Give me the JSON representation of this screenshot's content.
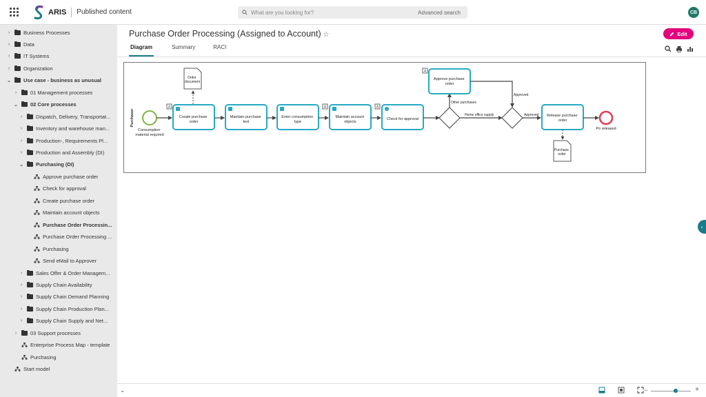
{
  "header": {
    "brand": "ARIS",
    "section": "Published content",
    "search_placeholder": "What are you looking for?",
    "advanced_search": "Advanced search",
    "user_initials": "CB"
  },
  "sidebar": {
    "items": [
      {
        "label": "Business Processes",
        "level": 0,
        "type": "folder",
        "expanded": false,
        "bold": false
      },
      {
        "label": "Data",
        "level": 0,
        "type": "folder",
        "expanded": false,
        "bold": false
      },
      {
        "label": "IT Systems",
        "level": 0,
        "type": "folder",
        "expanded": false,
        "bold": false
      },
      {
        "label": "Organization",
        "level": 0,
        "type": "folder",
        "expanded": false,
        "bold": false
      },
      {
        "label": "Use case - business as unusual",
        "level": 0,
        "type": "folder",
        "expanded": true,
        "bold": true
      },
      {
        "label": "01 Management processes",
        "level": 1,
        "type": "folder",
        "expanded": false,
        "bold": false
      },
      {
        "label": "02 Core processes",
        "level": 1,
        "type": "folder",
        "expanded": true,
        "bold": true
      },
      {
        "label": "Dispatch, Delivery, Transportat...",
        "level": 2,
        "type": "folder",
        "expanded": false,
        "bold": false
      },
      {
        "label": "Inventory and warehouse man...",
        "level": 2,
        "type": "folder",
        "expanded": false,
        "bold": false
      },
      {
        "label": "Production-, Requirements Pl...",
        "level": 2,
        "type": "folder",
        "expanded": false,
        "bold": false
      },
      {
        "label": "Production and Assembly (DI)",
        "level": 2,
        "type": "folder",
        "expanded": false,
        "bold": false
      },
      {
        "label": "Purchasing (DI)",
        "level": 2,
        "type": "folder",
        "expanded": true,
        "bold": true
      },
      {
        "label": "Approve purchase order",
        "level": 3,
        "type": "model",
        "bold": false
      },
      {
        "label": "Check for approval",
        "level": 3,
        "type": "model",
        "bold": false
      },
      {
        "label": "Create purchase order",
        "level": 3,
        "type": "model",
        "bold": false
      },
      {
        "label": "Maintain account objects",
        "level": 3,
        "type": "model",
        "bold": false
      },
      {
        "label": "Purchase Order Processin...",
        "level": 3,
        "type": "model",
        "bold": true
      },
      {
        "label": "Purchase Order Processing ...",
        "level": 3,
        "type": "model",
        "bold": false
      },
      {
        "label": "Purchasing",
        "level": 3,
        "type": "model",
        "bold": false
      },
      {
        "label": "Send eMail to Approver",
        "level": 3,
        "type": "model",
        "bold": false
      },
      {
        "label": "Sales Offer & Order Managem...",
        "level": 2,
        "type": "folder",
        "expanded": false,
        "bold": false
      },
      {
        "label": "Supply Chain Availability",
        "level": 2,
        "type": "folder",
        "expanded": false,
        "bold": false
      },
      {
        "label": "Supply Chain Demand Planning",
        "level": 2,
        "type": "folder",
        "expanded": false,
        "bold": false
      },
      {
        "label": "Supply Chain Production Plan...",
        "level": 2,
        "type": "folder",
        "expanded": false,
        "bold": false
      },
      {
        "label": "Supply Chain Supply and Net...",
        "level": 2,
        "type": "folder",
        "expanded": false,
        "bold": false
      },
      {
        "label": "03 Support processes",
        "level": 1,
        "type": "folder",
        "expanded": false,
        "bold": false
      },
      {
        "label": "Enterprise Process Map - template",
        "level": 1,
        "type": "model",
        "bold": false
      },
      {
        "label": "Purchasing",
        "level": 1,
        "type": "model",
        "bold": false
      },
      {
        "label": "Start model",
        "level": 0,
        "type": "model",
        "bold": false
      }
    ]
  },
  "main": {
    "title": "Purchase Order Processing (Assigned to Account)",
    "edit_label": "Edit",
    "tabs": [
      {
        "label": "Diagram",
        "active": true
      },
      {
        "label": "Summary",
        "active": false
      },
      {
        "label": "RACI",
        "active": false
      }
    ]
  },
  "diagram": {
    "lane": "Purchaser",
    "start_event": [
      "Consumption",
      "material required"
    ],
    "end_event": "Po released",
    "tasks": [
      {
        "label": [
          "Create purchase",
          "order"
        ]
      },
      {
        "label": [
          "Maintain purchase",
          "text"
        ]
      },
      {
        "label": [
          "Enter consumption",
          "type"
        ]
      },
      {
        "label": [
          "Maintain account",
          "objects"
        ]
      },
      {
        "label": [
          "Check for approval"
        ]
      },
      {
        "label": [
          "Approve purchase",
          "order"
        ]
      },
      {
        "label": [
          "Release purchase",
          "order"
        ]
      }
    ],
    "documents": [
      {
        "label": [
          "Order",
          "document"
        ]
      },
      {
        "label": [
          "Purchase",
          "order"
        ]
      }
    ],
    "flow_labels": {
      "other_purchases": "Other purchases",
      "home_office_supply": "Home office supply",
      "approved_1": "Approved",
      "approved_2": "Approved"
    }
  },
  "colors": {
    "accent": "#1a7b8a",
    "edit": "#e4007c",
    "task_border": "#26a9c4",
    "start_event": "#7cb342",
    "end_event": "#e53950"
  }
}
